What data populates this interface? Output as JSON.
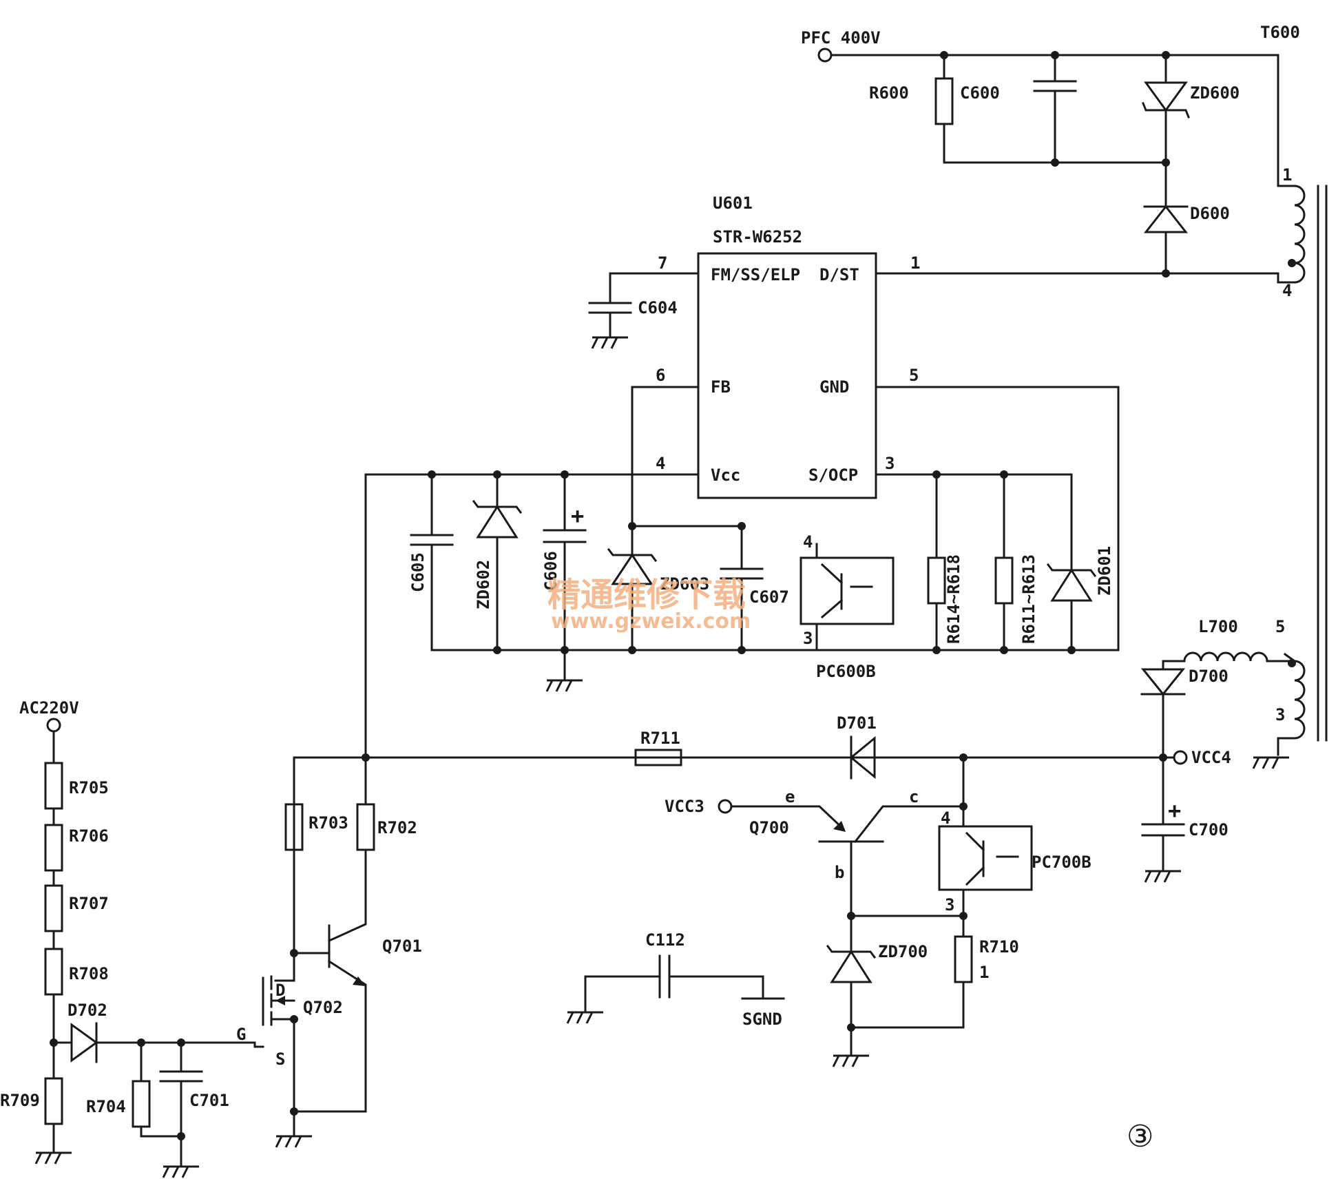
{
  "labels": {
    "pfc": "PFC 400V",
    "t600": "T600",
    "r600": "R600",
    "c600": "C600",
    "zd600": "ZD600",
    "d600": "D600",
    "u601": "U601",
    "ic_part": "STR-W6252",
    "pin_fm": "FM/SS/ELP",
    "pin_dst": "D/ST",
    "pin_fb": "FB",
    "pin_gnd": "GND",
    "pin_vcc": "Vcc",
    "pin_socp": "S/OCP",
    "c604": "C604",
    "c605": "C605",
    "zd602": "ZD602",
    "c606": "C606",
    "zd603": "ZD603",
    "c607": "C607",
    "pc600b": "PC600B",
    "r614": "R614~R618",
    "r611": "R611~R613",
    "zd601": "ZD601",
    "l700": "L700",
    "d700": "D700",
    "vcc4": "VCC4",
    "c700": "C700",
    "ac220": "AC220V",
    "r705": "R705",
    "r706": "R706",
    "r707": "R707",
    "r708": "R708",
    "d702": "D702",
    "r709": "R709",
    "r704": "R704",
    "c701": "C701",
    "r703": "R703",
    "r702": "R702",
    "q701": "Q701",
    "q702": "Q702",
    "r711": "R711",
    "d701": "D701",
    "vcc3": "VCC3",
    "q700": "Q700",
    "pc700b": "PC700B",
    "zd700": "ZD700",
    "r710": "R710",
    "c112": "C112",
    "sgnd": "SGND",
    "circled": "③"
  },
  "pins": {
    "n1": "1",
    "n3": "3",
    "n4": "4",
    "n5": "5",
    "n6": "6",
    "n7": "7",
    "pc600_4": "4",
    "pc600_3": "3",
    "pc700_4": "4",
    "pc700_3": "3",
    "t_1": "1",
    "t_4": "4",
    "t_5": "5",
    "t_3": "3",
    "r710_1": "1",
    "e": "e",
    "c": "c",
    "b": "b",
    "g": "G",
    "d": "D",
    "s": "S"
  },
  "watermark": {
    "text": "精通维修下载",
    "url": "www.gzweix.com",
    "color": "#f3b183"
  },
  "colors": {
    "ink": "#1a1a1a",
    "paper": "#ffffff"
  }
}
